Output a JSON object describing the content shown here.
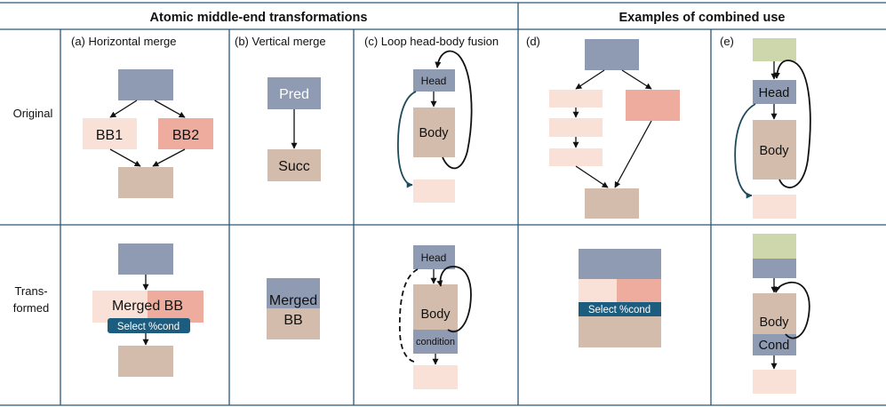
{
  "header": {
    "atomic": "Atomic middle-end transformations",
    "combined": "Examples of combined use"
  },
  "rows": {
    "original": "Original",
    "transformed_line1": "Trans-",
    "transformed_line2": "formed"
  },
  "columns": {
    "a": "(a) Horizontal merge",
    "b": "(b) Vertical merge",
    "c": "(c) Loop head-body fusion",
    "d": "(d)",
    "e": "(e)"
  },
  "blocks": {
    "bb1": "BB1",
    "bb2": "BB2",
    "pred": "Pred",
    "succ": "Succ",
    "head": "Head",
    "body": "Body",
    "merged_bb": "Merged BB",
    "merged": "Merged",
    "bb": "BB",
    "condition": "condition",
    "cond": "Cond",
    "select": "Select %cond"
  },
  "colors": {
    "slate": "#8e9bb3",
    "tan": "#d4bcac",
    "pale_pink": "#fae1d8",
    "salmon": "#eeac9e",
    "sage": "#cdd7ab",
    "select_bg": "#1c5d7f",
    "grid": "#2a5778"
  }
}
